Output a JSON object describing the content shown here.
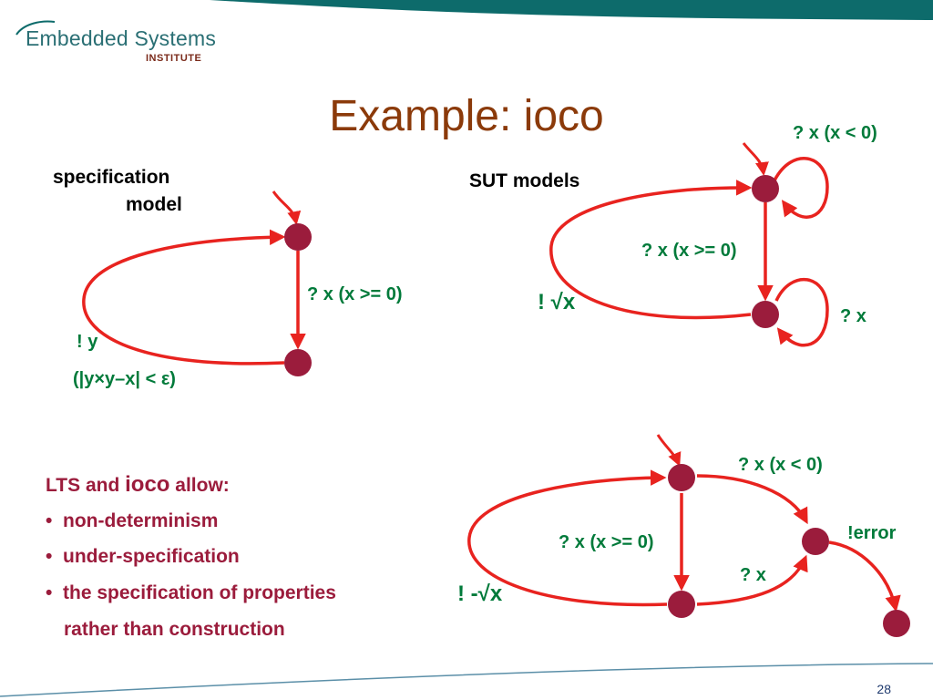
{
  "header": {
    "logo_title": "Embedded Systems",
    "logo_sub": "INSTITUTE",
    "band_color": "#0d6b6b"
  },
  "slide": {
    "title": "Example: ioco",
    "page_number": "28"
  },
  "spec_model": {
    "label_line1": "specification",
    "label_line2": "model",
    "transition_down": "? x (x >= 0)",
    "output_label": "! y",
    "output_condition": "(|y×y–x| < ε)"
  },
  "sut_models": {
    "label": "SUT models",
    "top": {
      "self_loop_top": "? x (x < 0)",
      "transition_down": "? x (x >= 0)",
      "output": "! √x",
      "self_loop_bottom": "? x"
    },
    "bottom": {
      "to_error_top": "? x (x < 0)",
      "error_output": "!error",
      "transition_down": "? x (x >= 0)",
      "to_error_bottom": "? x",
      "output": "! -√x"
    }
  },
  "lts_box": {
    "heading_prefix": "LTS and ",
    "heading_keyword": "ioco",
    "heading_suffix": " allow:",
    "bullets": [
      "non-determinism",
      "under-specification",
      "the specification of properties"
    ],
    "continuation": "rather than construction"
  },
  "colors": {
    "state_fill": "#9b1c3c",
    "edge": "#e8231f",
    "title": "#8b3a0a",
    "condition_text": "#007a3a",
    "bullet_text": "#9b1c3c"
  }
}
